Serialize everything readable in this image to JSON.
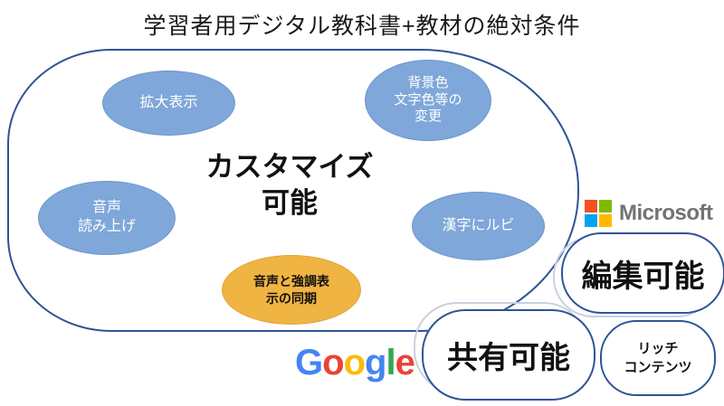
{
  "title": "学習者用デジタル教科書+教材の絶対条件",
  "center": {
    "line1": "カスタマイズ",
    "line2": "可能"
  },
  "bubbles": {
    "zoom_display": {
      "label": "拡大表示"
    },
    "color_change": {
      "line1": "背景色",
      "line2": "文字色等の",
      "line3": "変更"
    },
    "tts": {
      "line1": "音声",
      "line2": "読み上げ"
    },
    "ruby": {
      "label": "漢字にルビ"
    },
    "sync": {
      "line1": "音声と強調表",
      "line2": "示の同期"
    }
  },
  "capabilities": {
    "edit": "編集可能",
    "share": "共有可能",
    "rich": {
      "line1": "リッチ",
      "line2": "コンテンツ"
    }
  },
  "logos": {
    "microsoft": "Microsoft",
    "google_letters": [
      "G",
      "o",
      "o",
      "g",
      "l",
      "e"
    ]
  },
  "colors": {
    "outline-blue": "#2F5496",
    "bubble-blue": "#7FA7D9",
    "bubble-blue-border": "#6B96CC",
    "accent-orange": "#F0B442",
    "accent-orange-border": "#E2A33C",
    "ms-red": "#F25022",
    "ms-green": "#7FBA00",
    "ms-blue": "#00A4EF",
    "ms-yellow": "#FFB900",
    "ms-gray": "#737373",
    "g-blue": "#4285F4",
    "g-red": "#EA4335",
    "g-yellow": "#FBBC05",
    "g-green": "#34A853"
  }
}
